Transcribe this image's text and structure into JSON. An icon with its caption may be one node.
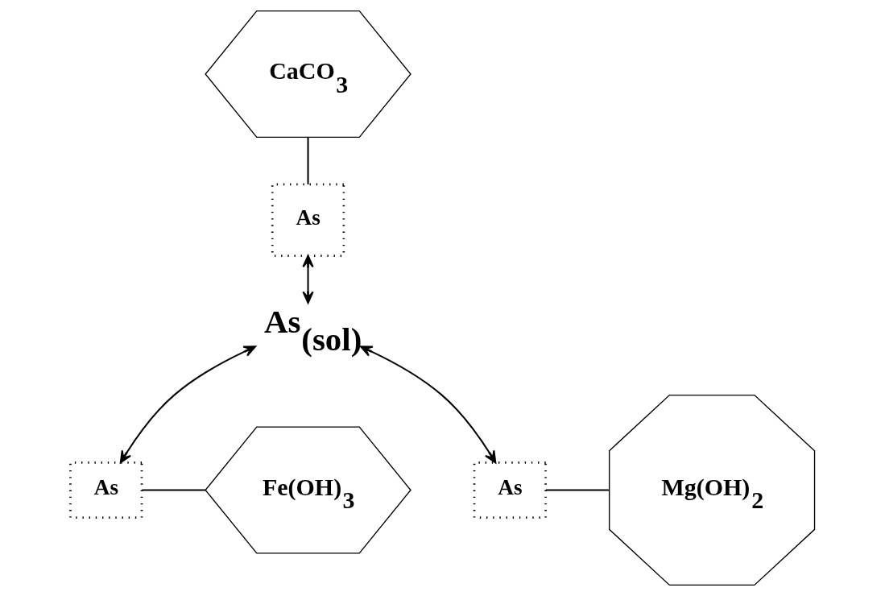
{
  "diagram": {
    "nodes": [
      {
        "text": [
          "CaCO$_{3}$"
        ]
      },
      {
        "text": [
          "As"
        ]
      },
      {
        "text": [
          "As$_{(sol)}$"
        ]
      },
      {
        "text": [
          "Fe(OH)$_{3}$"
        ]
      },
      {
        "text": [
          "As"
        ]
      },
      {
        "text": [
          "As"
        ]
      },
      {
        "text": [
          "Mg(OH)$_{2}$"
        ]
      }
    ],
    "edges": [
      {
        "from": 0,
        "to": 1,
        "arrow": "none"
      },
      {
        "from": 1,
        "to": 2,
        "arrow": "both"
      },
      {
        "from": 2,
        "to": 4,
        "arrow": "both"
      },
      {
        "from": 4,
        "to": 3,
        "arrow": "none"
      },
      {
        "from": 2,
        "to": 5,
        "arrow": "both"
      },
      {
        "from": 5,
        "to": 6,
        "arrow": "none"
      }
    ]
  }
}
